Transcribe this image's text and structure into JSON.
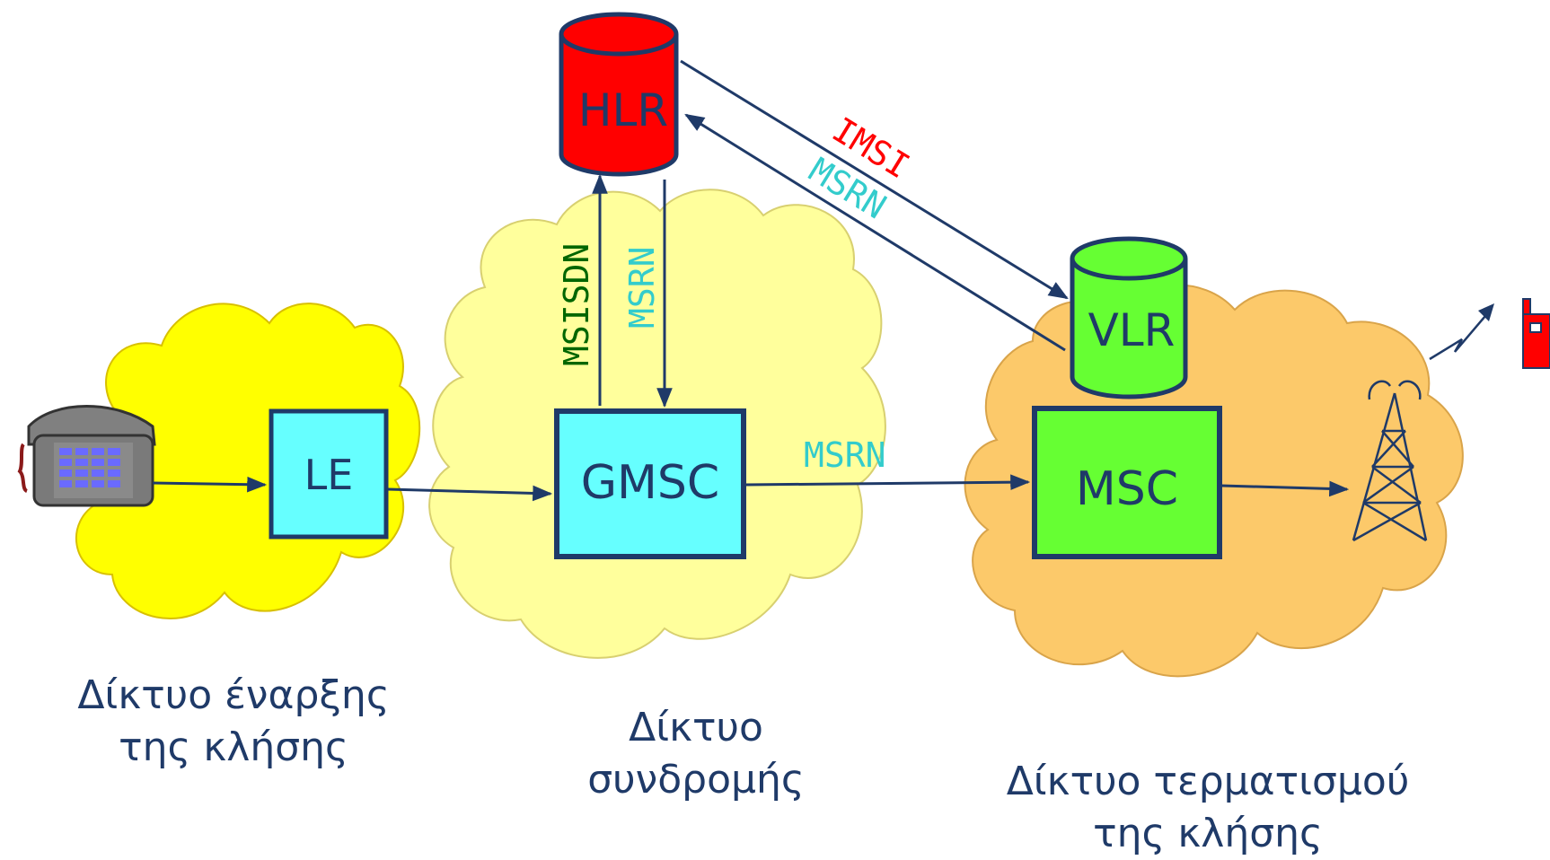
{
  "nodes": {
    "le": "LE",
    "gmsc": "GMSC",
    "msc": "MSC",
    "hlr": "HLR",
    "vlr": "VLR"
  },
  "messages": {
    "msisdn": "MSISDN",
    "msrn_down": "MSRN",
    "imsi": "IMSI",
    "msrn_diag": "MSRN",
    "msrn_gmsc_msc": "MSRN"
  },
  "captions": {
    "origin_line1": "Δίκτυο έναρξης",
    "origin_line2": "της κλήσης",
    "subscription_line1": "Δίκτυο",
    "subscription_line2": "συνδρομής",
    "termination_line1": "Δίκτυο τερματισμού",
    "termination_line2": "της κλήσης"
  },
  "colors": {
    "arrow": "#1f3a68",
    "cloud_origin": "#ffff00",
    "cloud_subscription": "#ffff9c",
    "cloud_termination": "#fcc96a",
    "box_cyan": "#66ffff",
    "box_green": "#66ff33",
    "hlr_red": "#ff0000",
    "vlr_green": "#66ff33",
    "msg_msisdn": "#006600",
    "msg_msrn": "#33cccc",
    "msg_imsi": "#ff0000"
  },
  "icons": {
    "phone": "desk-phone-icon",
    "tower": "antenna-tower-icon",
    "mobile": "mobile-phone-icon"
  }
}
